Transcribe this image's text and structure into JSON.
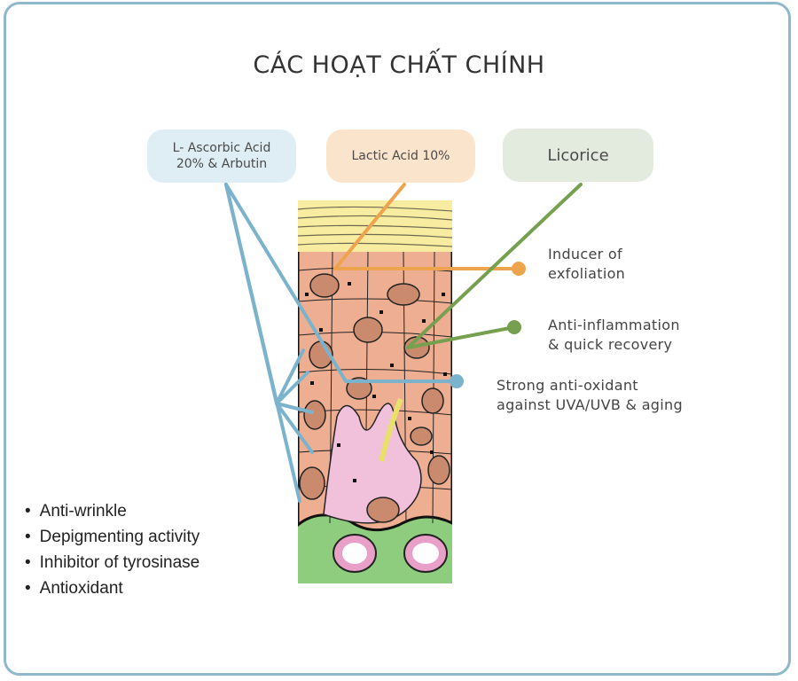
{
  "title": "CÁC HOẠT CHẤT CHÍNH",
  "ingredients": [
    {
      "label": "L- Ascorbic Acid\n20% & Arbutin",
      "color": "#dfeef5",
      "line_color": "#7bb3cc"
    },
    {
      "label": "Lactic Acid 10%",
      "color": "#fbe4cc",
      "line_color": "#eea44e"
    },
    {
      "label": "Licorice",
      "color": "#e3ebdf",
      "line_color": "#76a04f"
    }
  ],
  "effects": [
    {
      "label": "Inducer of\nexfoliation",
      "color": "#eea44e"
    },
    {
      "label": "Anti-inflammation\n& quick recovery",
      "color": "#76a04f"
    },
    {
      "label": "Strong anti-oxidant\nagainst UVA/UVB & aging",
      "color": "#7bb3cc"
    }
  ],
  "benefits": [
    "Anti-wrinkle",
    "Depigmenting activity",
    "Inhibitor of tyrosinase",
    "Antioxidant"
  ],
  "skin_colors": {
    "stratum_corneum": "#f7eca0",
    "epidermis": "#eeae92",
    "melanocyte": "#f1c0da",
    "dermis": "#8ecc7e",
    "nucleus": "#c98a6e"
  }
}
